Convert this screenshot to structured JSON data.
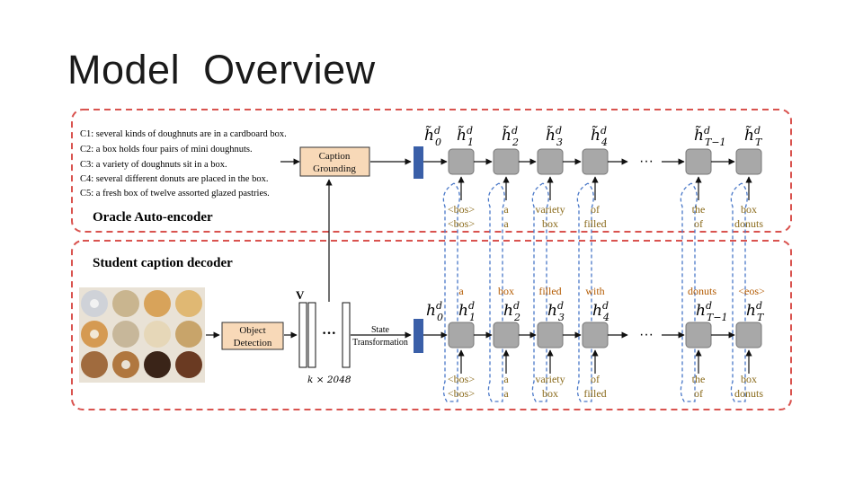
{
  "slide_title": "Model  Overview",
  "oracle": {
    "section_label": "Oracle Auto-encoder",
    "captions": [
      "C1: several kinds of doughnuts are in a cardboard box.",
      "C2: a box holds four pairs of mini doughnuts.",
      "C3: a variety of doughnuts sit in a box.",
      "C4: several different donuts are placed in the box.",
      "C5: a fresh box of twelve assorted glazed pastries."
    ],
    "grounding_box": [
      "Caption",
      "Grounding"
    ],
    "hidden_states": [
      "h̃0d",
      "h̃1d",
      "h̃2d",
      "h̃3d",
      "h̃4d",
      "h̃T−1d",
      "h̃Td"
    ],
    "inputs_top": [
      "<bos>",
      "a",
      "variety",
      "of",
      "the",
      "box"
    ],
    "inputs_bottom": [
      "<bos>",
      "a",
      "box",
      "filled",
      "of",
      "donuts"
    ],
    "ellipsis": "···"
  },
  "student": {
    "section_label": "Student caption decoder",
    "object_detection_box": [
      "Object",
      "Detection"
    ],
    "feature_label": "V",
    "feature_dim": "k × 2048",
    "state_transformation": [
      "State",
      "Transformation"
    ],
    "outputs": [
      "a",
      "box",
      "filled",
      "with",
      "donuts",
      "<eos>"
    ],
    "hidden_states": [
      "h0d",
      "h1d",
      "h2d",
      "h3d",
      "h4d",
      "hT−1d",
      "hTd"
    ],
    "inputs_top": [
      "<bos>",
      "a",
      "variety",
      "of",
      "the",
      "box"
    ],
    "inputs_bottom": [
      "<bos>",
      "a",
      "box",
      "filled",
      "of",
      "donuts"
    ],
    "ellipsis": "···"
  },
  "colors": {
    "dashed_border": "#d9534f",
    "cell_fill": "#a8a8a8",
    "encoder_bar": "#3a5fa8",
    "grounding_fill": "#f8d9b8",
    "link_dashed": "#4a78c8"
  }
}
